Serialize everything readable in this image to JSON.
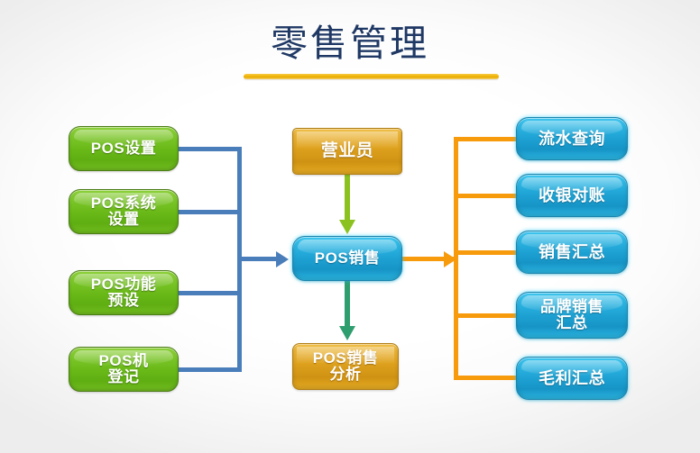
{
  "page": {
    "title": "零售管理",
    "background_color": "#ffffff",
    "title_color": "#1f3864",
    "title_rule_color": "#f2b705"
  },
  "palette": {
    "green": "#69b918",
    "blue": "#1ea3d4",
    "gold": "#dda01d",
    "connector_blue": "#4a7ebb",
    "connector_orange": "#f79a0c",
    "arrow_green_light": "#8cc220",
    "arrow_green_dark": "#2f9e6e"
  },
  "left_column": {
    "items": [
      {
        "label": "POS设置",
        "color": "#69b918"
      },
      {
        "label": "POS系统\n设置",
        "color": "#69b918"
      },
      {
        "label": "POS功能\n预设",
        "color": "#69b918"
      },
      {
        "label": "POS机\n登记",
        "color": "#69b918"
      }
    ]
  },
  "center_column": {
    "clerk": {
      "label": "营业员",
      "color": "#dda01d"
    },
    "pos_sale": {
      "label": "POS销售",
      "color": "#1ea3d4"
    },
    "sale_analysis": {
      "label": "POS销售\n分析",
      "color": "#dda01d"
    }
  },
  "right_column": {
    "items": [
      {
        "label": "流水查询",
        "color": "#1ea3d4"
      },
      {
        "label": "收银对账",
        "color": "#1ea3d4"
      },
      {
        "label": "销售汇总",
        "color": "#1ea3d4"
      },
      {
        "label": "品牌销售\n汇总",
        "color": "#1ea3d4"
      },
      {
        "label": "毛利汇总",
        "color": "#1ea3d4"
      }
    ]
  }
}
